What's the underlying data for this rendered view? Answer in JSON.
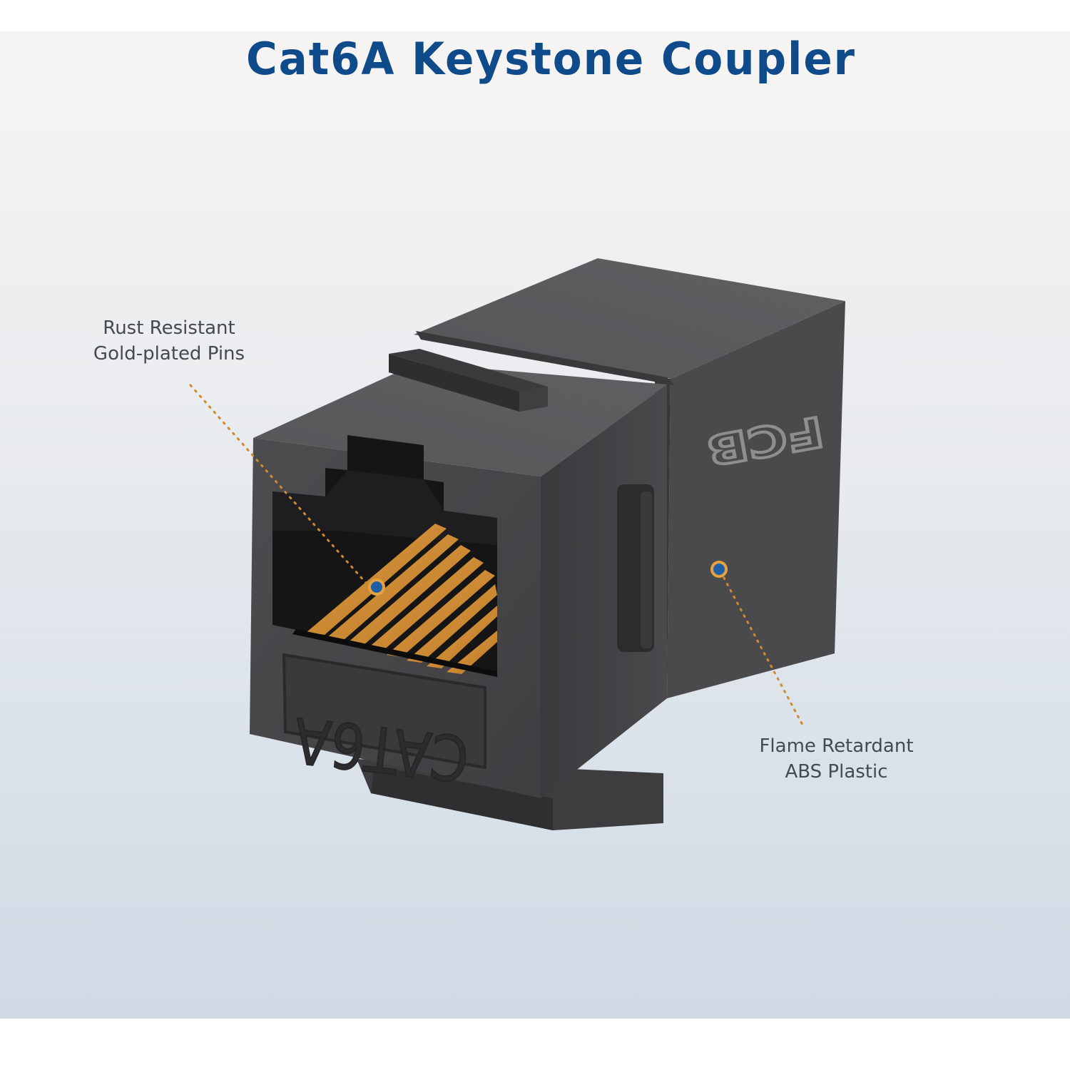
{
  "title": "Cat6A Keystone Coupler",
  "callouts": {
    "pins": {
      "line1": "Rust Resistant",
      "line2": "Gold-plated Pins"
    },
    "plastic": {
      "line1": "Flame Retardant",
      "line2": "ABS Plastic"
    }
  },
  "product": {
    "front_label": "CAT6A",
    "brand_mark": "FCB"
  },
  "colors": {
    "title": "#0f4a8a",
    "body": "#4b4b4d",
    "pins": "#d08f35",
    "leader": "#cf8a2e",
    "marker_dot": "#1f5fa8"
  }
}
